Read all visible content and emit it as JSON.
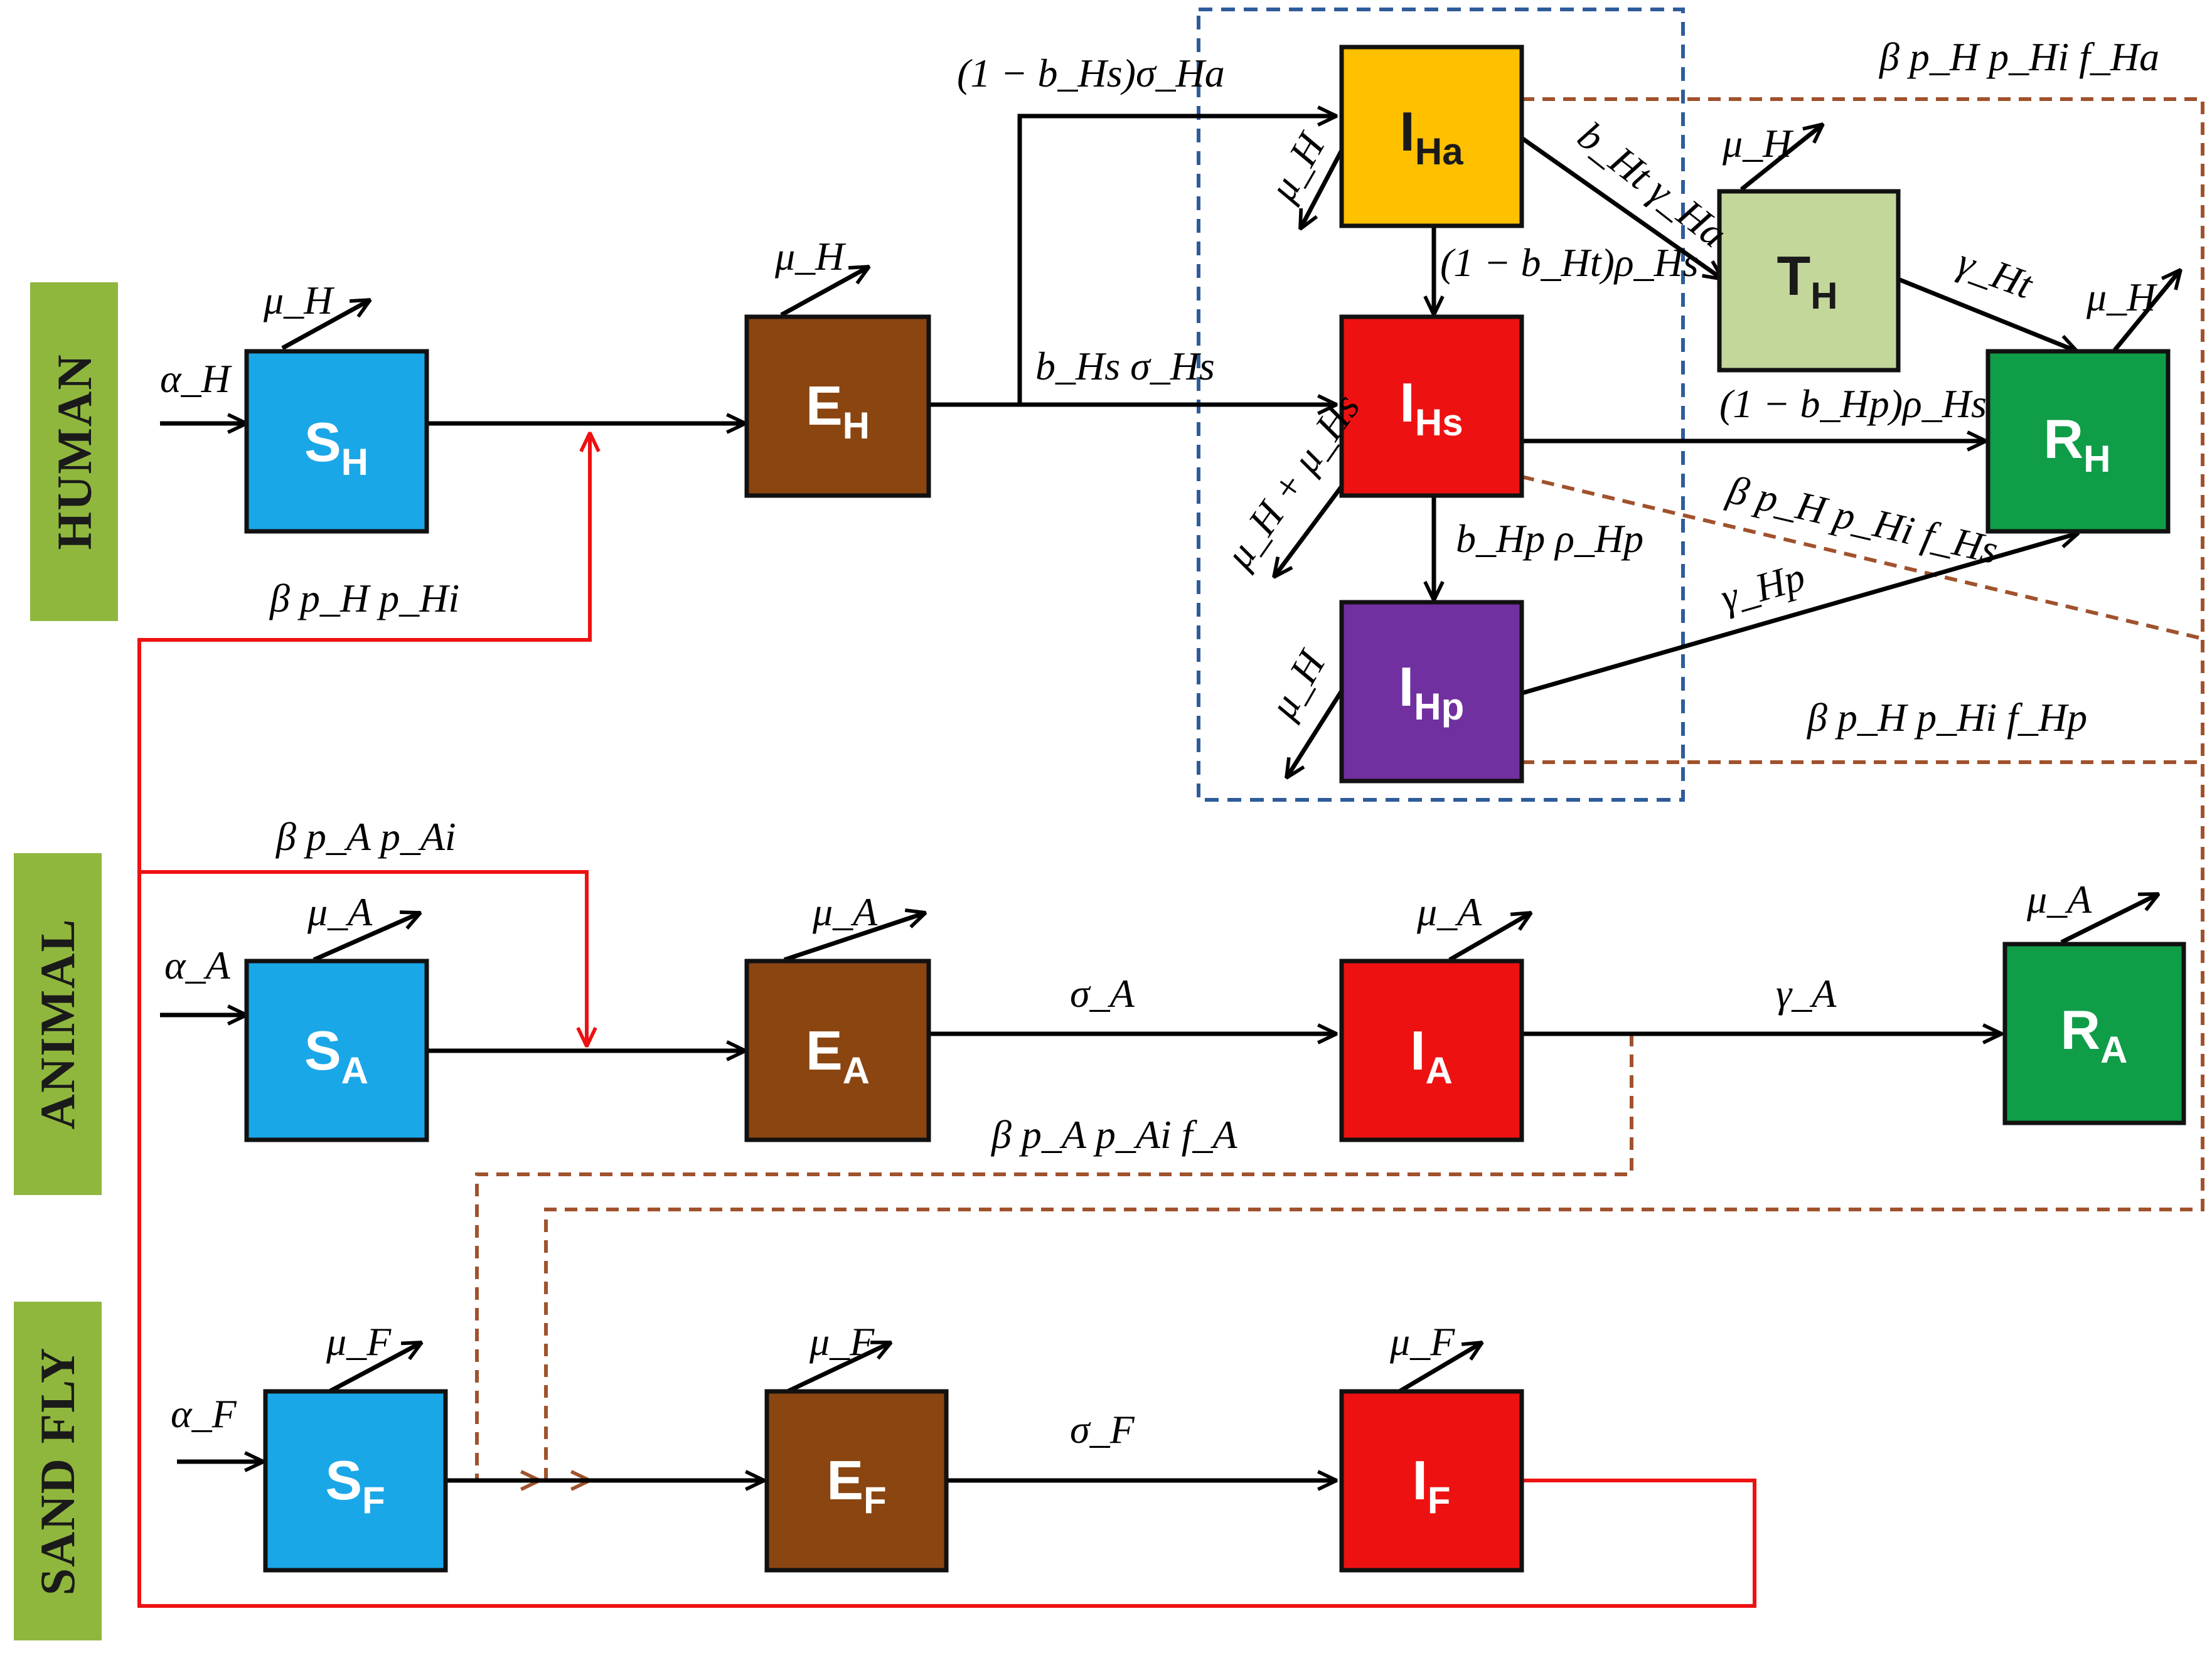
{
  "colors": {
    "susceptible": "#1aa7e8",
    "exposed": "#8b4510",
    "infected": "#ee1111",
    "asymptomatic": "#ffc000",
    "treated": "#c4d79b",
    "recovered": "#0f9d48",
    "post_kala_azar": "#7030a0",
    "group_label": "#8fb73e",
    "infection_route": "#ee1111",
    "transmission_route": "#a0522d",
    "highlight_box": "#2e5c9a"
  },
  "groups": {
    "human": "HUMAN",
    "animal": "ANIMAL",
    "sand_fly": "SAND FLY"
  },
  "compartments": {
    "S_H": {
      "main": "S",
      "sub": "H"
    },
    "E_H": {
      "main": "E",
      "sub": "H"
    },
    "I_Ha": {
      "main": "I",
      "sub": "Ha"
    },
    "I_Hs": {
      "main": "I",
      "sub": "Hs"
    },
    "I_Hp": {
      "main": "I",
      "sub": "Hp"
    },
    "T_H": {
      "main": "T",
      "sub": "H"
    },
    "R_H": {
      "main": "R",
      "sub": "H"
    },
    "S_A": {
      "main": "S",
      "sub": "A"
    },
    "E_A": {
      "main": "E",
      "sub": "A"
    },
    "I_A": {
      "main": "I",
      "sub": "A"
    },
    "R_A": {
      "main": "R",
      "sub": "A"
    },
    "S_F": {
      "main": "S",
      "sub": "F"
    },
    "E_F": {
      "main": "E",
      "sub": "F"
    },
    "I_F": {
      "main": "I",
      "sub": "F"
    }
  },
  "rates": {
    "alpha_H": "α_H",
    "alpha_A": "α_A",
    "alpha_F": "α_F",
    "mu_H": "μ_H",
    "mu_A": "μ_A",
    "mu_F": "μ_F",
    "mu_H_plus_mu_Hs": "μ_H + μ_Hs",
    "beta_pH_pHi": "β p_H p_Hi",
    "beta_pA_pAi": "β p_A p_Ai",
    "one_minus_bHs_sigma_Ha": "(1 − b_Hs)σ_Ha",
    "bHs_sigma_Hs": "b_Hs σ_Hs",
    "bHt_gamma_Ha": "b_Ht γ_Ha",
    "one_minus_bHt_rho_Hs": "(1 − b_Ht)ρ_Hs",
    "bHp_rho_Hp": "b_Hp ρ_Hp",
    "one_minus_bHp_rho_Hs": "(1 − b_Hp)ρ_Hs",
    "gamma_Ht": "γ_Ht",
    "gamma_Hp": "γ_Hp",
    "gamma_A": "γ_A",
    "sigma_A": "σ_A",
    "sigma_F": "σ_F",
    "beta_pH_pHi_fHa": "β p_H p_Hi f_Ha",
    "beta_pH_pHi_fHs": "β p_H p_Hi f_Hs",
    "beta_pH_pHi_fHp": "β p_H p_Hi f_Hp",
    "beta_pA_pAi_fA": "β p_A p_Ai f_A"
  }
}
